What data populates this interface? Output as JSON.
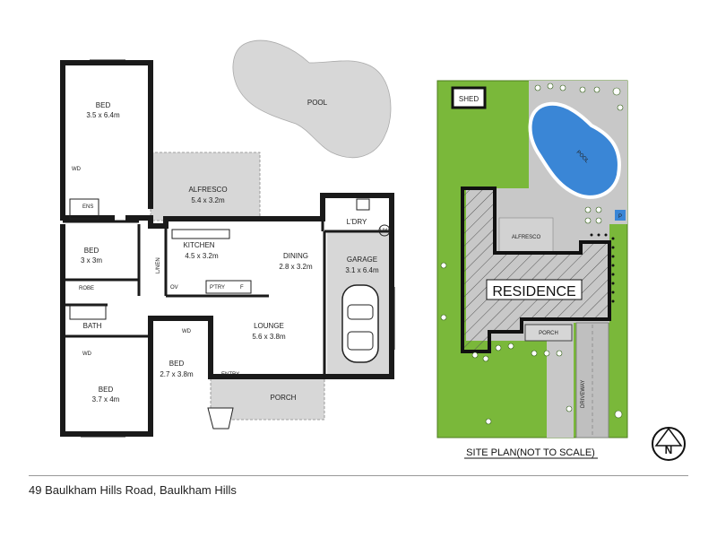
{
  "floorplan": {
    "rooms": {
      "bed1_name": "BED",
      "bed1_size": "3.5 x 6.4m",
      "alfresco_name": "ALFRESCO",
      "alfresco_size": "5.4 x 3.2m",
      "pool_name": "POOL",
      "bed2_name": "BED",
      "bed2_size": "3 x 3m",
      "kitchen_name": "KITCHEN",
      "kitchen_size": "4.5 x 3.2m",
      "dining_name": "DINING",
      "dining_size": "2.8 x 3.2m",
      "ldry_name": "L'DRY",
      "garage_name": "GARAGE",
      "garage_size": "3.1 x 6.4m",
      "lounge_name": "LOUNGE",
      "lounge_size": "5.6 x 3.8m",
      "bath_name": "BATH",
      "bed3_name": "BED",
      "bed3_size": "3.7 x 4m",
      "bed4_name": "BED",
      "bed4_size": "2.7 x 3.8m",
      "porch_name": "PORCH"
    },
    "fixtures": {
      "wd": "WD",
      "ens": "ENS",
      "robe": "ROBE",
      "ov": "OV",
      "lnen": "L/NEN",
      "ptry": "P'TRY",
      "f": "F",
      "hw": "HW",
      "entry": "ENTRY"
    }
  },
  "siteplan": {
    "shed": "SHED",
    "pool": "POOL",
    "alfresco": "ALFRESCO",
    "residence": "RESIDENCE",
    "porch": "PORCH",
    "driveway": "DRIVEWAY",
    "p": "P",
    "caption": "SITE PLAN(NOT TO SCALE)",
    "north": "N"
  },
  "footer": {
    "address": "49 Baulkham Hills Road, Baulkham Hills"
  },
  "colors": {
    "grass": "#7ab83a",
    "pool": "#3a86d6",
    "paving": "#c8c8c8",
    "porch": "#d6d6d6",
    "wall": "#1a1a1a"
  }
}
